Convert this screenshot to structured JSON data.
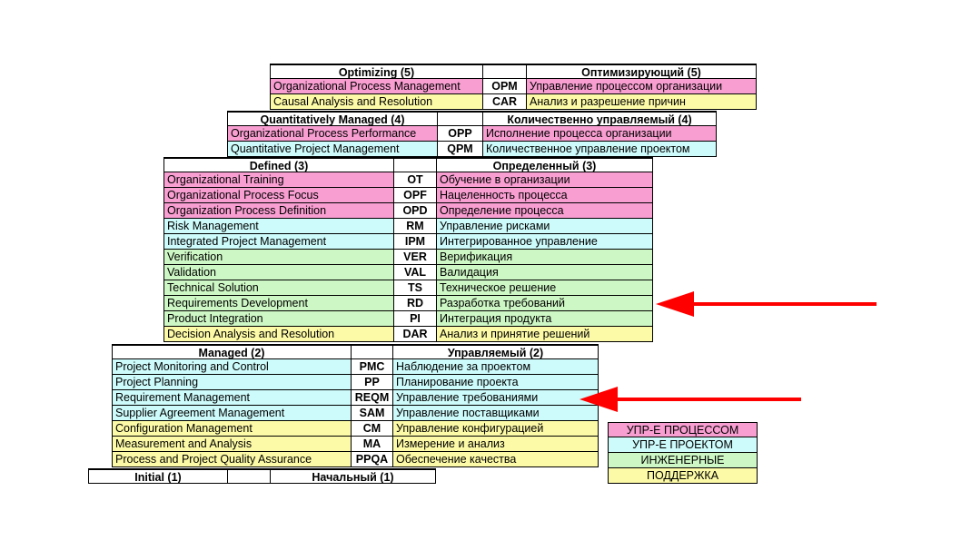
{
  "levels": [
    {
      "id": "optimizing",
      "header_en": "Optimizing (5)",
      "header_ru": "Оптимизирующий (5)",
      "rows": [
        {
          "en": "Organizational Process Management",
          "abbr": "OPM",
          "ru": "Управление процессом организации",
          "cat": "pink"
        },
        {
          "en": "Causal Analysis and Resolution",
          "abbr": "CAR",
          "ru": "Анализ и разрешение причин",
          "cat": "yellow"
        }
      ]
    },
    {
      "id": "quantitatively-managed",
      "header_en": "Quantitatively Managed (4)",
      "header_ru": "Количественно управляемый (4)",
      "rows": [
        {
          "en": "Organizational Process Performance",
          "abbr": "OPP",
          "ru": "Исполнение процесса организации",
          "cat": "pink"
        },
        {
          "en": "Quantitative Project Management",
          "abbr": "QPM",
          "ru": "Количественное управление проектом",
          "cat": "cyan"
        }
      ]
    },
    {
      "id": "defined",
      "header_en": "Defined (3)",
      "header_ru": "Определенный (3)",
      "rows": [
        {
          "en": "Organizational Training",
          "abbr": "OT",
          "ru": "Обучение в организации",
          "cat": "pink"
        },
        {
          "en": "Organizational Process Focus",
          "abbr": "OPF",
          "ru": "Нацеленность процесса",
          "cat": "pink"
        },
        {
          "en": "Organization Process Definition",
          "abbr": "OPD",
          "ru": "Определение процесса",
          "cat": "pink"
        },
        {
          "en": "Risk Management",
          "abbr": "RM",
          "ru": "Управление рисками",
          "cat": "cyan"
        },
        {
          "en": "Integrated Project Management",
          "abbr": "IPM",
          "ru": "Интегрированное управление",
          "cat": "cyan"
        },
        {
          "en": "Verification",
          "abbr": "VER",
          "ru": "Верификация",
          "cat": "green"
        },
        {
          "en": "Validation",
          "abbr": "VAL",
          "ru": "Валидация",
          "cat": "green"
        },
        {
          "en": "Technical Solution",
          "abbr": "TS",
          "ru": "Техническое решение",
          "cat": "green"
        },
        {
          "en": "Requirements Development",
          "abbr": "RD",
          "ru": "Разработка требований",
          "cat": "green"
        },
        {
          "en": "Product Integration",
          "abbr": "PI",
          "ru": "Интеграция продукта",
          "cat": "green"
        },
        {
          "en": "Decision Analysis and Resolution",
          "abbr": "DAR",
          "ru": "Анализ и принятие решений",
          "cat": "yellow"
        }
      ]
    },
    {
      "id": "managed",
      "header_en": "Managed (2)",
      "header_ru": "Управляемый (2)",
      "rows": [
        {
          "en": "Project Monitoring and Control",
          "abbr": "PMC",
          "ru": "Наблюдение за проектом",
          "cat": "cyan"
        },
        {
          "en": "Project Planning",
          "abbr": "PP",
          "ru": "Планирование проекта",
          "cat": "cyan"
        },
        {
          "en": "Requirement Management",
          "abbr": "REQM",
          "ru": "Управление требованиями",
          "cat": "cyan"
        },
        {
          "en": "Supplier Agreement Management",
          "abbr": "SAM",
          "ru": "Управление поставщиками",
          "cat": "cyan"
        },
        {
          "en": "Configuration Management",
          "abbr": "CM",
          "ru": "Управление конфигурацией",
          "cat": "yellow"
        },
        {
          "en": "Measurement and Analysis",
          "abbr": "MA",
          "ru": "Измерение и анализ",
          "cat": "yellow"
        },
        {
          "en": "Process and Project Quality Assurance",
          "abbr": "PPQA",
          "ru": "Обеспечение качества",
          "cat": "yellow"
        }
      ]
    },
    {
      "id": "initial",
      "header_en": "Initial (1)",
      "header_ru": "Начальный (1)",
      "rows": []
    }
  ],
  "legend": [
    {
      "label": "УПР-Е ПРОЦЕССОМ",
      "cat": "pink"
    },
    {
      "label": "УПР-Е ПРОЕКТОМ",
      "cat": "cyan"
    },
    {
      "label": "ИНЖЕНЕРНЫЕ",
      "cat": "green"
    },
    {
      "label": "ПОДДЕРЖКА",
      "cat": "yellow"
    }
  ],
  "colors": {
    "pink": "#f89ed1",
    "cyan": "#cdfafa",
    "green": "#cdf7c4",
    "yellow": "#fcfaa6",
    "arrow": "#ff0000"
  }
}
